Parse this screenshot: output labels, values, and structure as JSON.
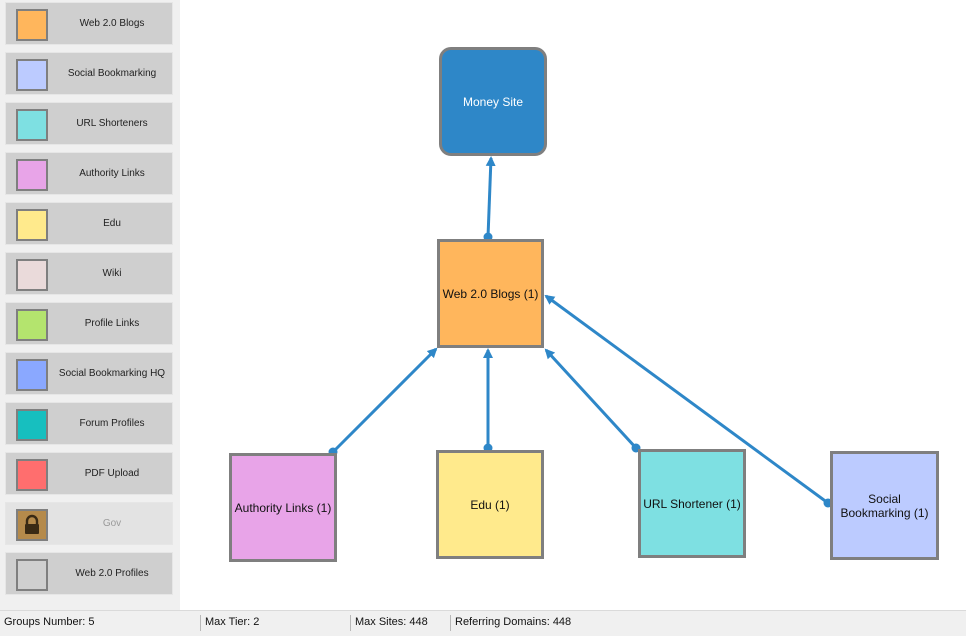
{
  "palette": {
    "items": [
      {
        "label": "Web 2.0 Blogs",
        "color": "#FFB65C",
        "icon": "orange-swatch-icon"
      },
      {
        "label": "Social Bookmarking",
        "color": "#BCCBFF",
        "icon": "light-blue-swatch-icon"
      },
      {
        "label": "URL Shorteners",
        "color": "#7EE0E2",
        "icon": "cyan-swatch-icon"
      },
      {
        "label": "Authority Links",
        "color": "#E8A4E8",
        "icon": "pink-swatch-icon"
      },
      {
        "label": "Edu",
        "color": "#FFEA8C",
        "icon": "yellow-swatch-icon"
      },
      {
        "label": "Wiki",
        "color": "#EADADA",
        "icon": "pale-pink-swatch-icon"
      },
      {
        "label": "Profile Links",
        "color": "#B4E46E",
        "icon": "green-swatch-icon"
      },
      {
        "label": "Social Bookmarking HQ",
        "color": "#8AA8FF",
        "icon": "blue-swatch-icon"
      },
      {
        "label": "Forum Profiles",
        "color": "#17BFBF",
        "icon": "teal-swatch-icon"
      },
      {
        "label": "PDF Upload",
        "color": "#FF6E6E",
        "icon": "red-swatch-icon"
      },
      {
        "label": "Gov",
        "color": "#B58A4B",
        "icon": "lock-icon",
        "disabled": true
      },
      {
        "label": "Web 2.0 Profiles",
        "color": "#CFCFCF",
        "icon": "gray-swatch-icon"
      }
    ]
  },
  "diagram": {
    "nodes": {
      "money_site": {
        "label": "Money Site",
        "color": "#2E87C8"
      },
      "web20": {
        "label": "Web 2.0 Blogs (1)",
        "color": "#FFB65C"
      },
      "authority": {
        "label": "Authority Links (1)",
        "color": "#E8A4E8"
      },
      "edu": {
        "label": "Edu (1)",
        "color": "#FFEA8C"
      },
      "url_shortener": {
        "label": "URL Shortener (1)",
        "color": "#7EE0E2"
      },
      "social_bookmarking": {
        "label": "Social Bookmarking (1)",
        "color": "#BCCBFF"
      }
    },
    "edge_color": "#2E87C8",
    "node_border_color": "#7F7F7F"
  },
  "status": {
    "groups": "Groups Number: 5",
    "max_tier": "Max Tier: 2",
    "max_sites": "Max Sites: 448",
    "referring_domains": "Referring Domains: 448"
  }
}
